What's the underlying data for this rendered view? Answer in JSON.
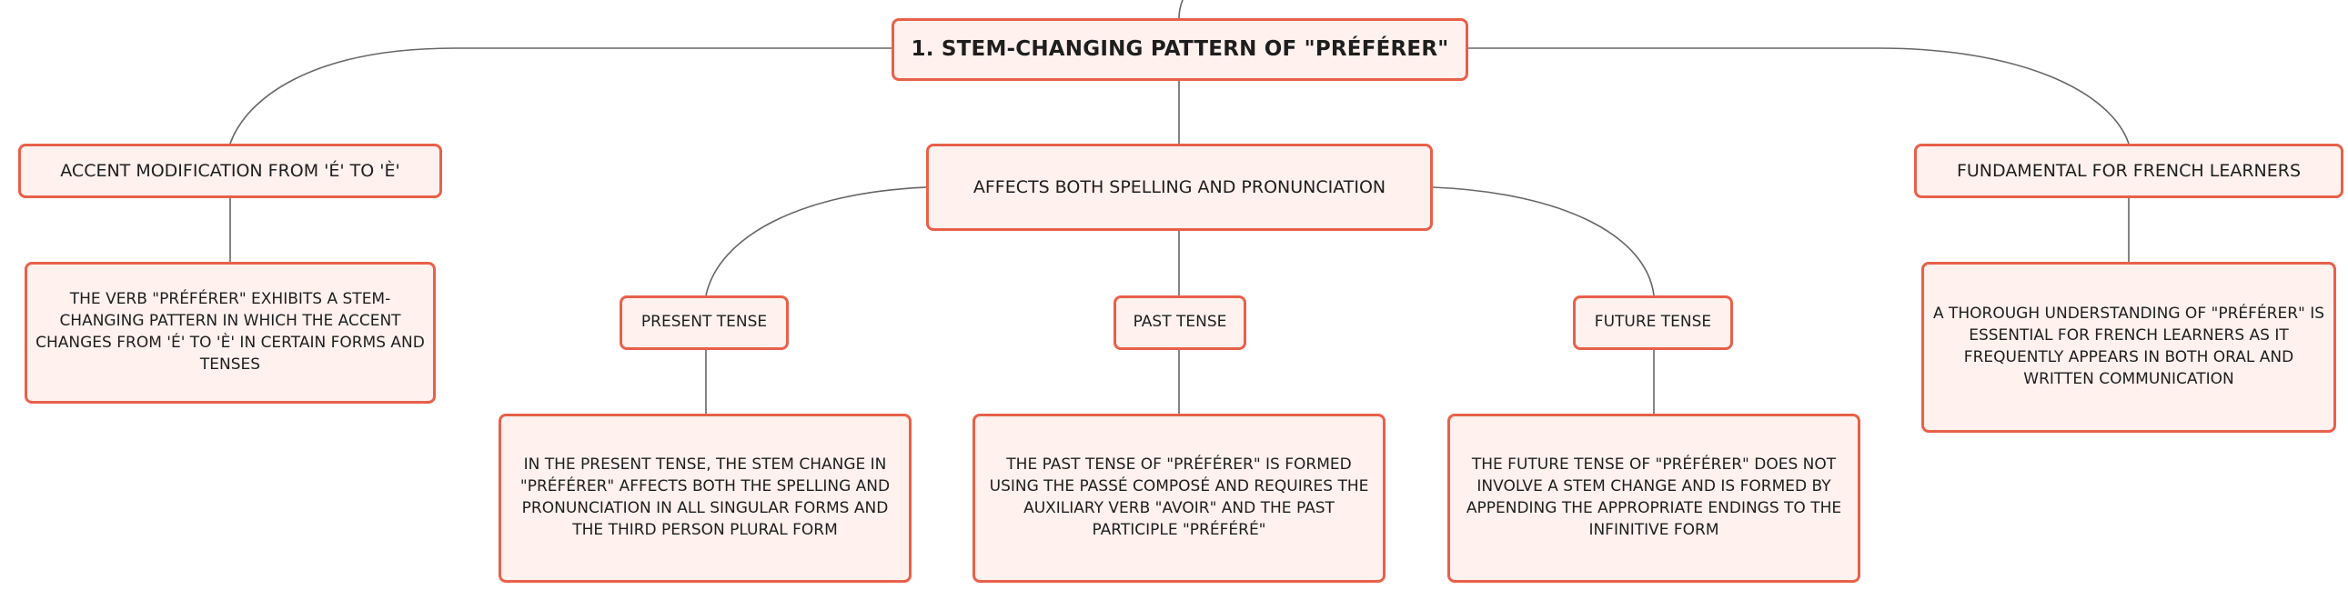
{
  "root": {
    "label": "1. STEM-CHANGING PATTERN OF \"PRÉFÉRER\""
  },
  "accent": {
    "label": "ACCENT MODIFICATION FROM 'É' TO 'È'",
    "detail": "THE VERB \"PRÉFÉRER\" EXHIBITS A STEM-CHANGING PATTERN IN WHICH THE ACCENT CHANGES FROM 'É' TO 'È' IN CERTAIN FORMS AND TENSES"
  },
  "affects": {
    "label": "AFFECTS BOTH SPELLING AND PRONUNCIATION"
  },
  "present": {
    "label": "PRESENT TENSE",
    "detail": "IN THE PRESENT TENSE, THE STEM CHANGE IN \"PRÉFÉRER\" AFFECTS BOTH THE SPELLING AND PRONUNCIATION IN ALL SINGULAR FORMS AND THE THIRD PERSON PLURAL FORM"
  },
  "past": {
    "label": "PAST TENSE",
    "detail": "THE PAST TENSE OF \"PRÉFÉRER\" IS FORMED USING THE PASSÉ COMPOSÉ AND REQUIRES THE AUXILIARY VERB \"AVOIR\" AND THE PAST PARTICIPLE \"PRÉFÉRÉ\""
  },
  "future": {
    "label": "FUTURE TENSE",
    "detail": "THE FUTURE TENSE OF \"PRÉFÉRER\" DOES NOT INVOLVE A STEM CHANGE AND IS FORMED BY APPENDING THE APPROPRIATE ENDINGS TO THE INFINITIVE FORM"
  },
  "fundamental": {
    "label": "FUNDAMENTAL FOR FRENCH LEARNERS",
    "detail": "A THOROUGH UNDERSTANDING OF \"PRÉFÉRER\" IS ESSENTIAL FOR FRENCH LEARNERS AS IT FREQUENTLY APPEARS IN BOTH ORAL AND WRITTEN COMMUNICATION"
  },
  "colors": {
    "node_fill": "#fff1ed",
    "node_border": "#e8604a",
    "connector": "#666666",
    "text": "#1e1e1e"
  }
}
